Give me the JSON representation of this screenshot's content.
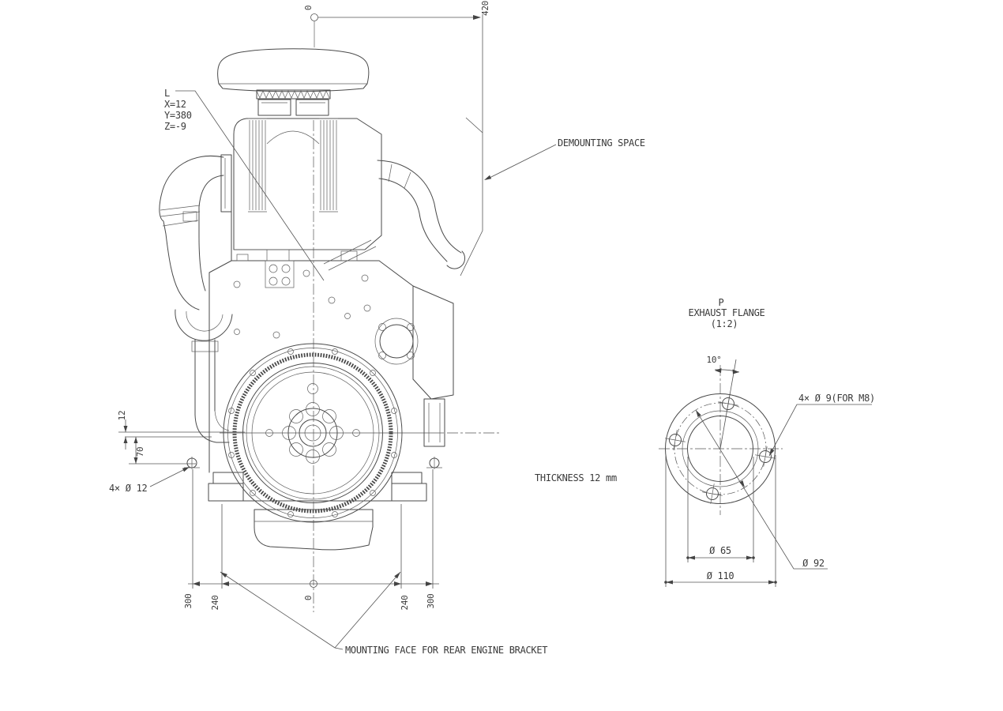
{
  "drawing": {
    "background": "#ffffff",
    "line_color": "#4a4a4a",
    "text_color": "#3a3a3a"
  },
  "annotations": {
    "lifting_point": {
      "label": "L",
      "x": "X=12",
      "y": "Y=380",
      "z": "Z=-9"
    },
    "demounting_space": "DEMOUNTING SPACE",
    "mounting_face": "MOUNTING FACE FOR REAR ENGINE BRACKET",
    "bolt_note": "4× Ø 12",
    "thickness_note": "THICKNESS 12 mm"
  },
  "dimensions": {
    "top_datum": "0",
    "top_height": "420",
    "left_offset_small": "12",
    "left_offset_large": "70",
    "bottom_datum": "0",
    "bottom": [
      "300",
      "240",
      "240",
      "300"
    ],
    "flange_angle": "10°",
    "flange_holes": "4× Ø 9(FOR M8)",
    "flange_dia_inner": "Ø 65",
    "flange_dia_bolt": "Ø 92",
    "flange_dia_outer": "Ø 110"
  },
  "flange_view": {
    "label": "P",
    "title": "EXHAUST FLANGE",
    "scale": "(1:2)"
  }
}
